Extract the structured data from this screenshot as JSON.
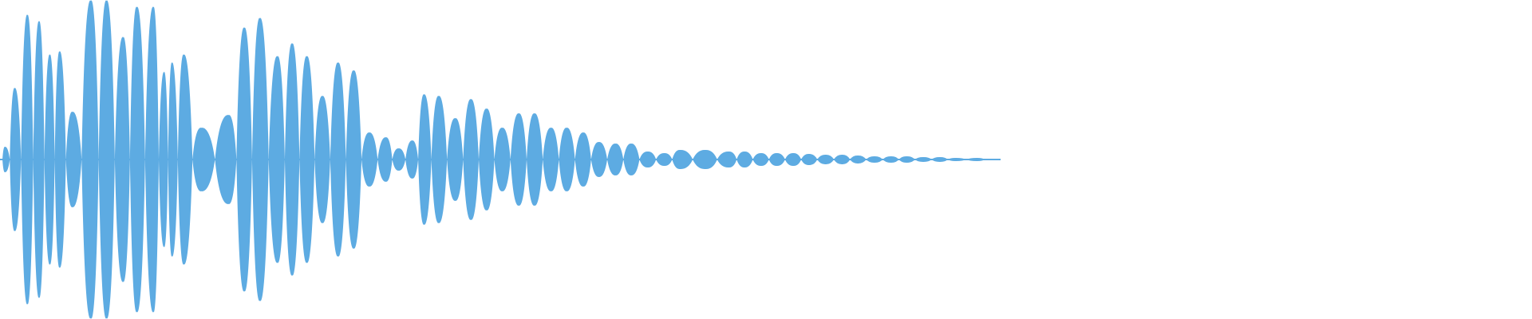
{
  "waveform": {
    "color": "#5dabe2",
    "amplitudes": [
      0.08,
      0.45,
      0.91,
      0.87,
      0.66,
      0.68,
      0.3,
      1.0,
      1.0,
      0.77,
      0.96,
      0.96,
      0.55,
      0.61,
      0.66,
      0.2,
      0.28,
      0.83,
      0.89,
      0.65,
      0.73,
      0.65,
      0.4,
      0.61,
      0.56,
      0.17,
      0.14,
      0.07,
      0.12,
      0.41,
      0.4,
      0.26,
      0.38,
      0.32,
      0.2,
      0.29,
      0.29,
      0.2,
      0.2,
      0.17,
      0.11,
      0.1,
      0.1,
      0.05,
      0.04,
      0.06,
      0.06,
      0.05,
      0.05,
      0.04,
      0.04,
      0.04,
      0.035,
      0.03,
      0.03,
      0.025,
      0.02,
      0.02,
      0.02,
      0.015,
      0.015,
      0.01,
      0.01
    ]
  }
}
